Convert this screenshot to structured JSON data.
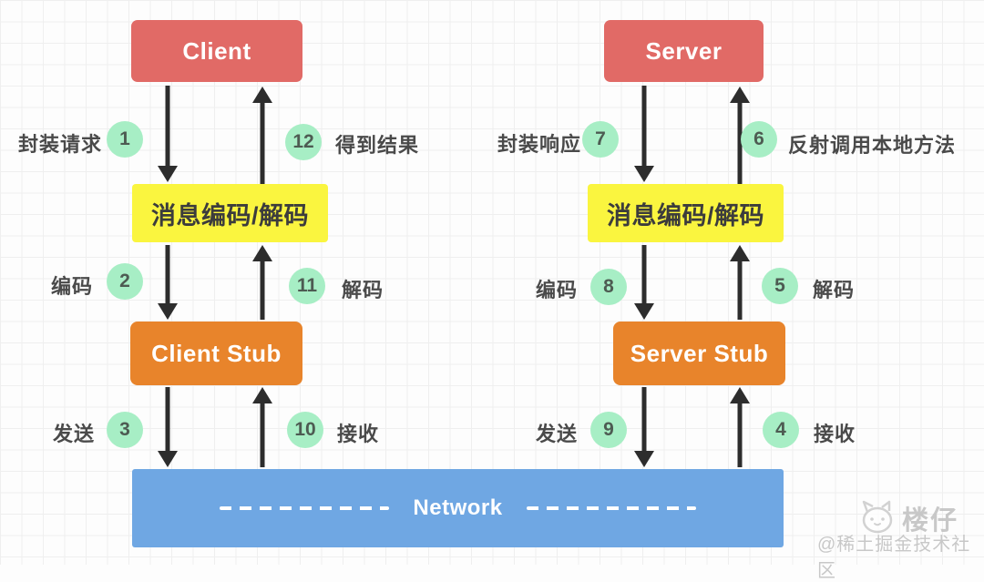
{
  "colors": {
    "red_box": "#e16a66",
    "yellow_box": "#faf53f",
    "orange_box": "#e8842b",
    "blue_box": "#6fa7e3",
    "badge_green": "#a7eec5",
    "arrow": "#2d2d2d",
    "label_text": "#4a4a4a"
  },
  "client": {
    "box": "Client",
    "codec_box": "消息编码/解码",
    "stub_box": "Client Stub",
    "annotations": [
      {
        "side": "left",
        "num": "1",
        "label": "封装请求"
      },
      {
        "side": "right",
        "num": "12",
        "label": "得到结果"
      },
      {
        "side": "left",
        "num": "2",
        "label": "编码"
      },
      {
        "side": "right",
        "num": "11",
        "label": "解码"
      },
      {
        "side": "left",
        "num": "3",
        "label": "发送"
      },
      {
        "side": "right",
        "num": "10",
        "label": "接收"
      }
    ]
  },
  "server": {
    "box": "Server",
    "codec_box": "消息编码/解码",
    "stub_box": "Server Stub",
    "annotations": [
      {
        "side": "left",
        "num": "7",
        "label": "封装响应"
      },
      {
        "side": "right",
        "num": "6",
        "label": "反射调用本地方法"
      },
      {
        "side": "left",
        "num": "8",
        "label": "编码"
      },
      {
        "side": "right",
        "num": "5",
        "label": "解码"
      },
      {
        "side": "left",
        "num": "9",
        "label": "发送"
      },
      {
        "side": "right",
        "num": "4",
        "label": "接收"
      }
    ]
  },
  "network": {
    "label": "Network"
  },
  "watermark": {
    "author": "楼仔",
    "community": "@稀土掘金技术社区"
  }
}
